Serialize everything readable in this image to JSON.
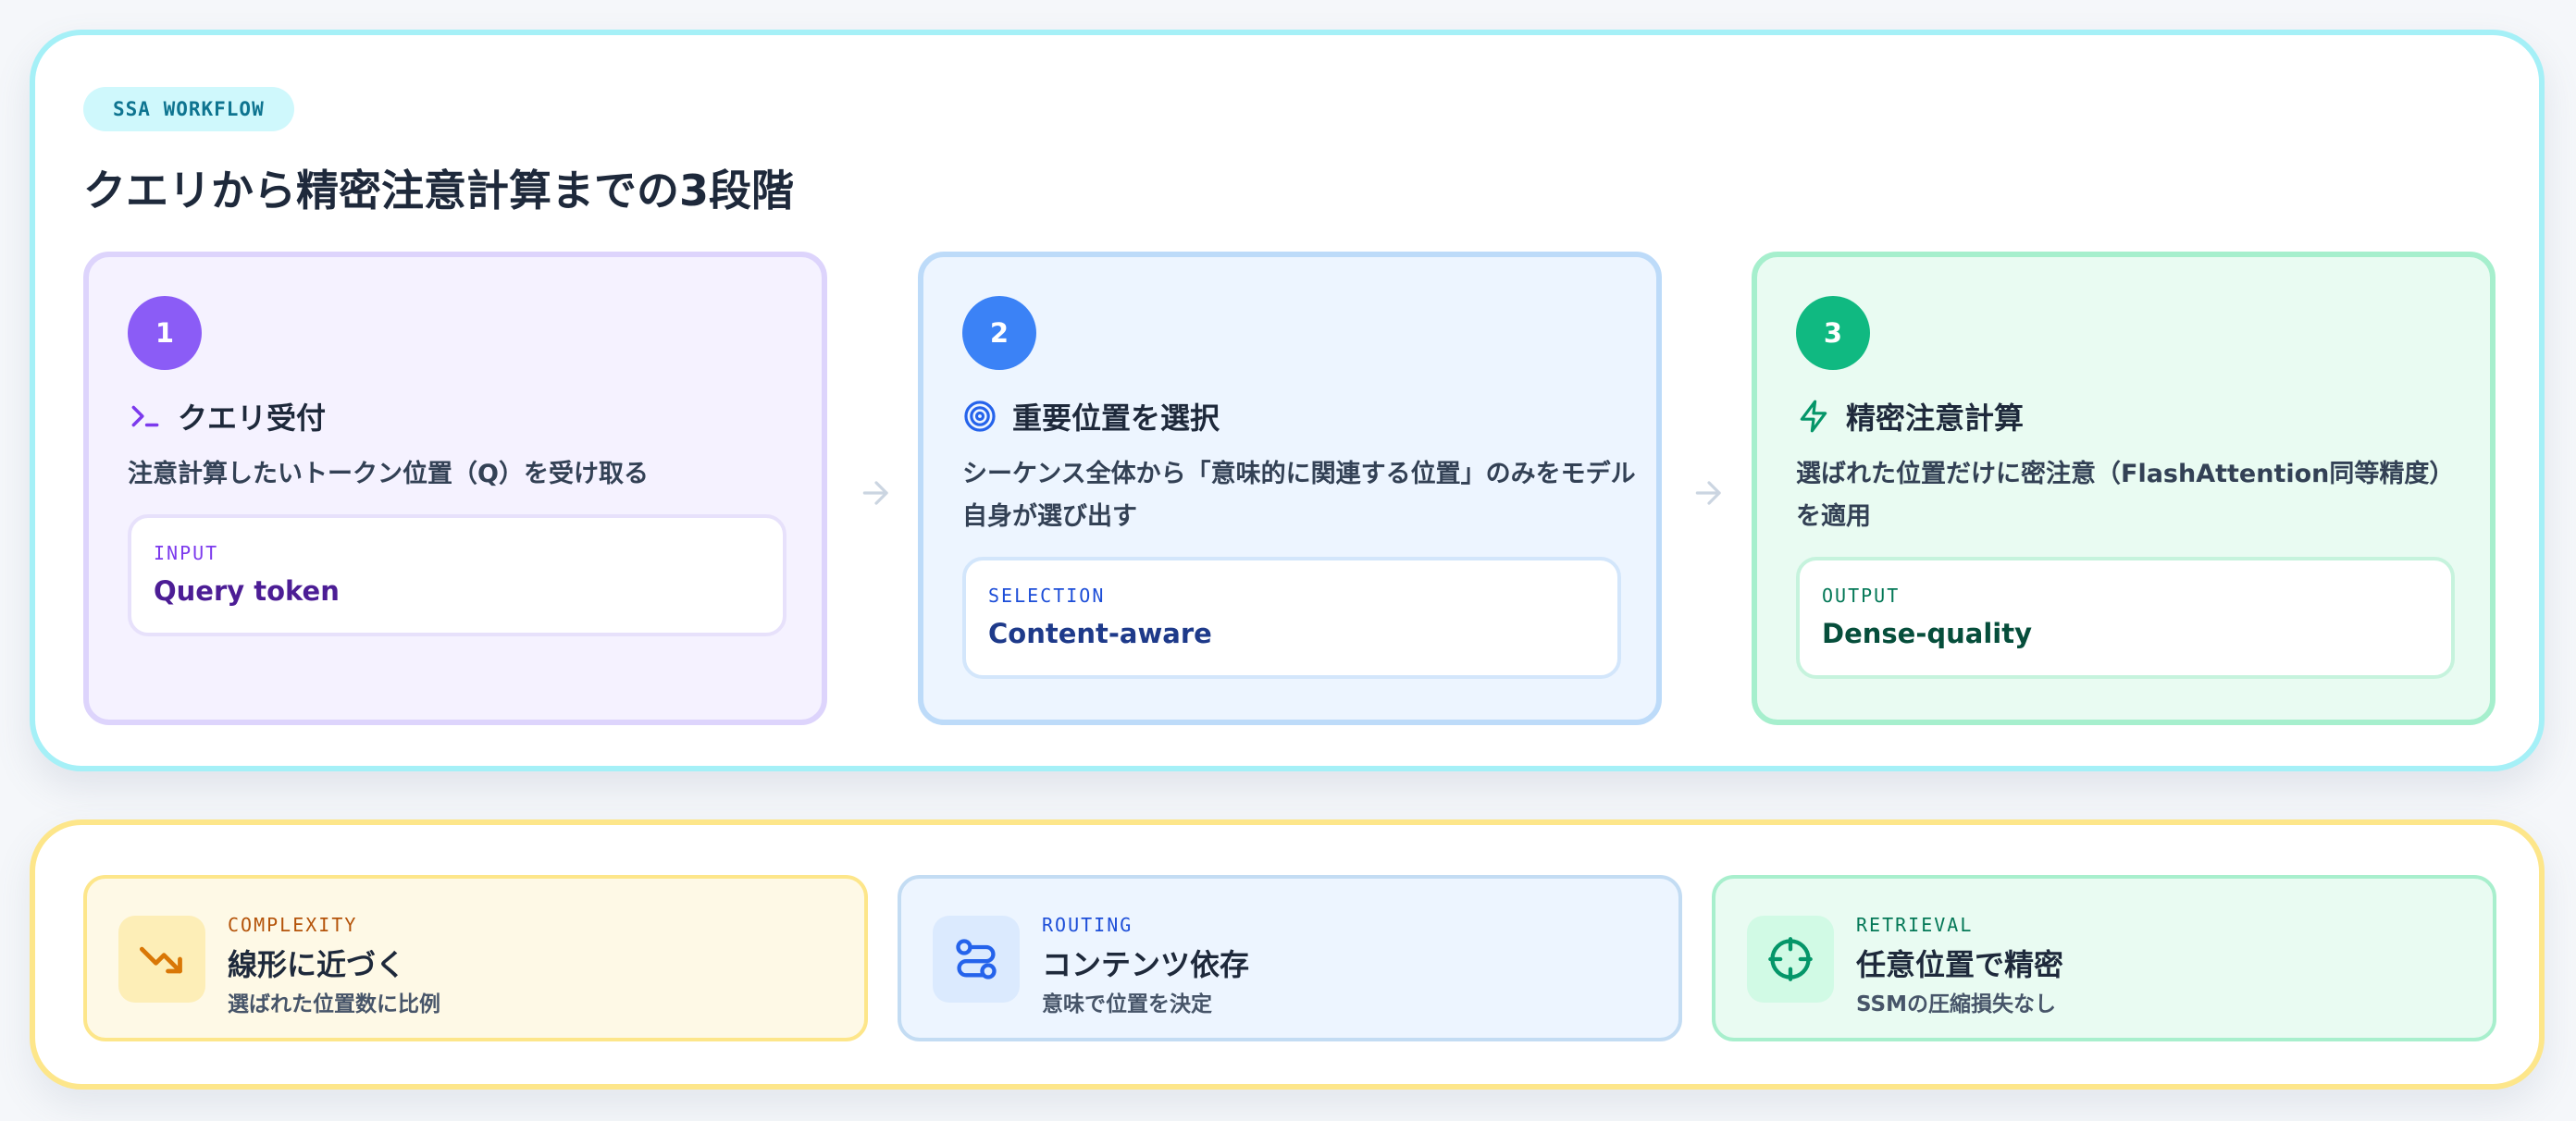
{
  "workflow": {
    "tag": "SSA WORKFLOW",
    "title": "クエリから精密注意計算までの3段階",
    "steps": [
      {
        "number": "1",
        "icon": "terminal-prompt-icon",
        "title": "クエリ受付",
        "description": "注意計算したいトークン位置（Q）を受け取る",
        "io_label": "INPUT",
        "io_value": "Query token",
        "accent": "#8b5cf6"
      },
      {
        "number": "2",
        "icon": "target-icon",
        "title": "重要位置を選択",
        "description": "シーケンス全体から「意味的に関連する位置」のみをモデル自身が選び出す",
        "io_label": "SELECTION",
        "io_value": "Content-aware",
        "accent": "#3b82f6"
      },
      {
        "number": "3",
        "icon": "lightning-icon",
        "title": "精密注意計算",
        "description": "選ばれた位置だけに密注意（FlashAttention同等精度）を適用",
        "io_label": "OUTPUT",
        "io_value": "Dense-quality",
        "accent": "#10b981"
      }
    ],
    "connector_icon": "arrow-right-icon"
  },
  "stats": [
    {
      "icon": "trend-down-icon",
      "kicker": "COMPLEXITY",
      "title": "線形に近づく",
      "subtitle": "選ばれた位置数に比例",
      "accent": "#d97706"
    },
    {
      "icon": "route-icon",
      "kicker": "ROUTING",
      "title": "コンテンツ依存",
      "subtitle": "意味で位置を決定",
      "accent": "#2563eb"
    },
    {
      "icon": "crosshair-icon",
      "kicker": "RETRIEVAL",
      "title": "任意位置で精密",
      "subtitle": "SSMの圧縮損失なし",
      "accent": "#059669"
    }
  ]
}
